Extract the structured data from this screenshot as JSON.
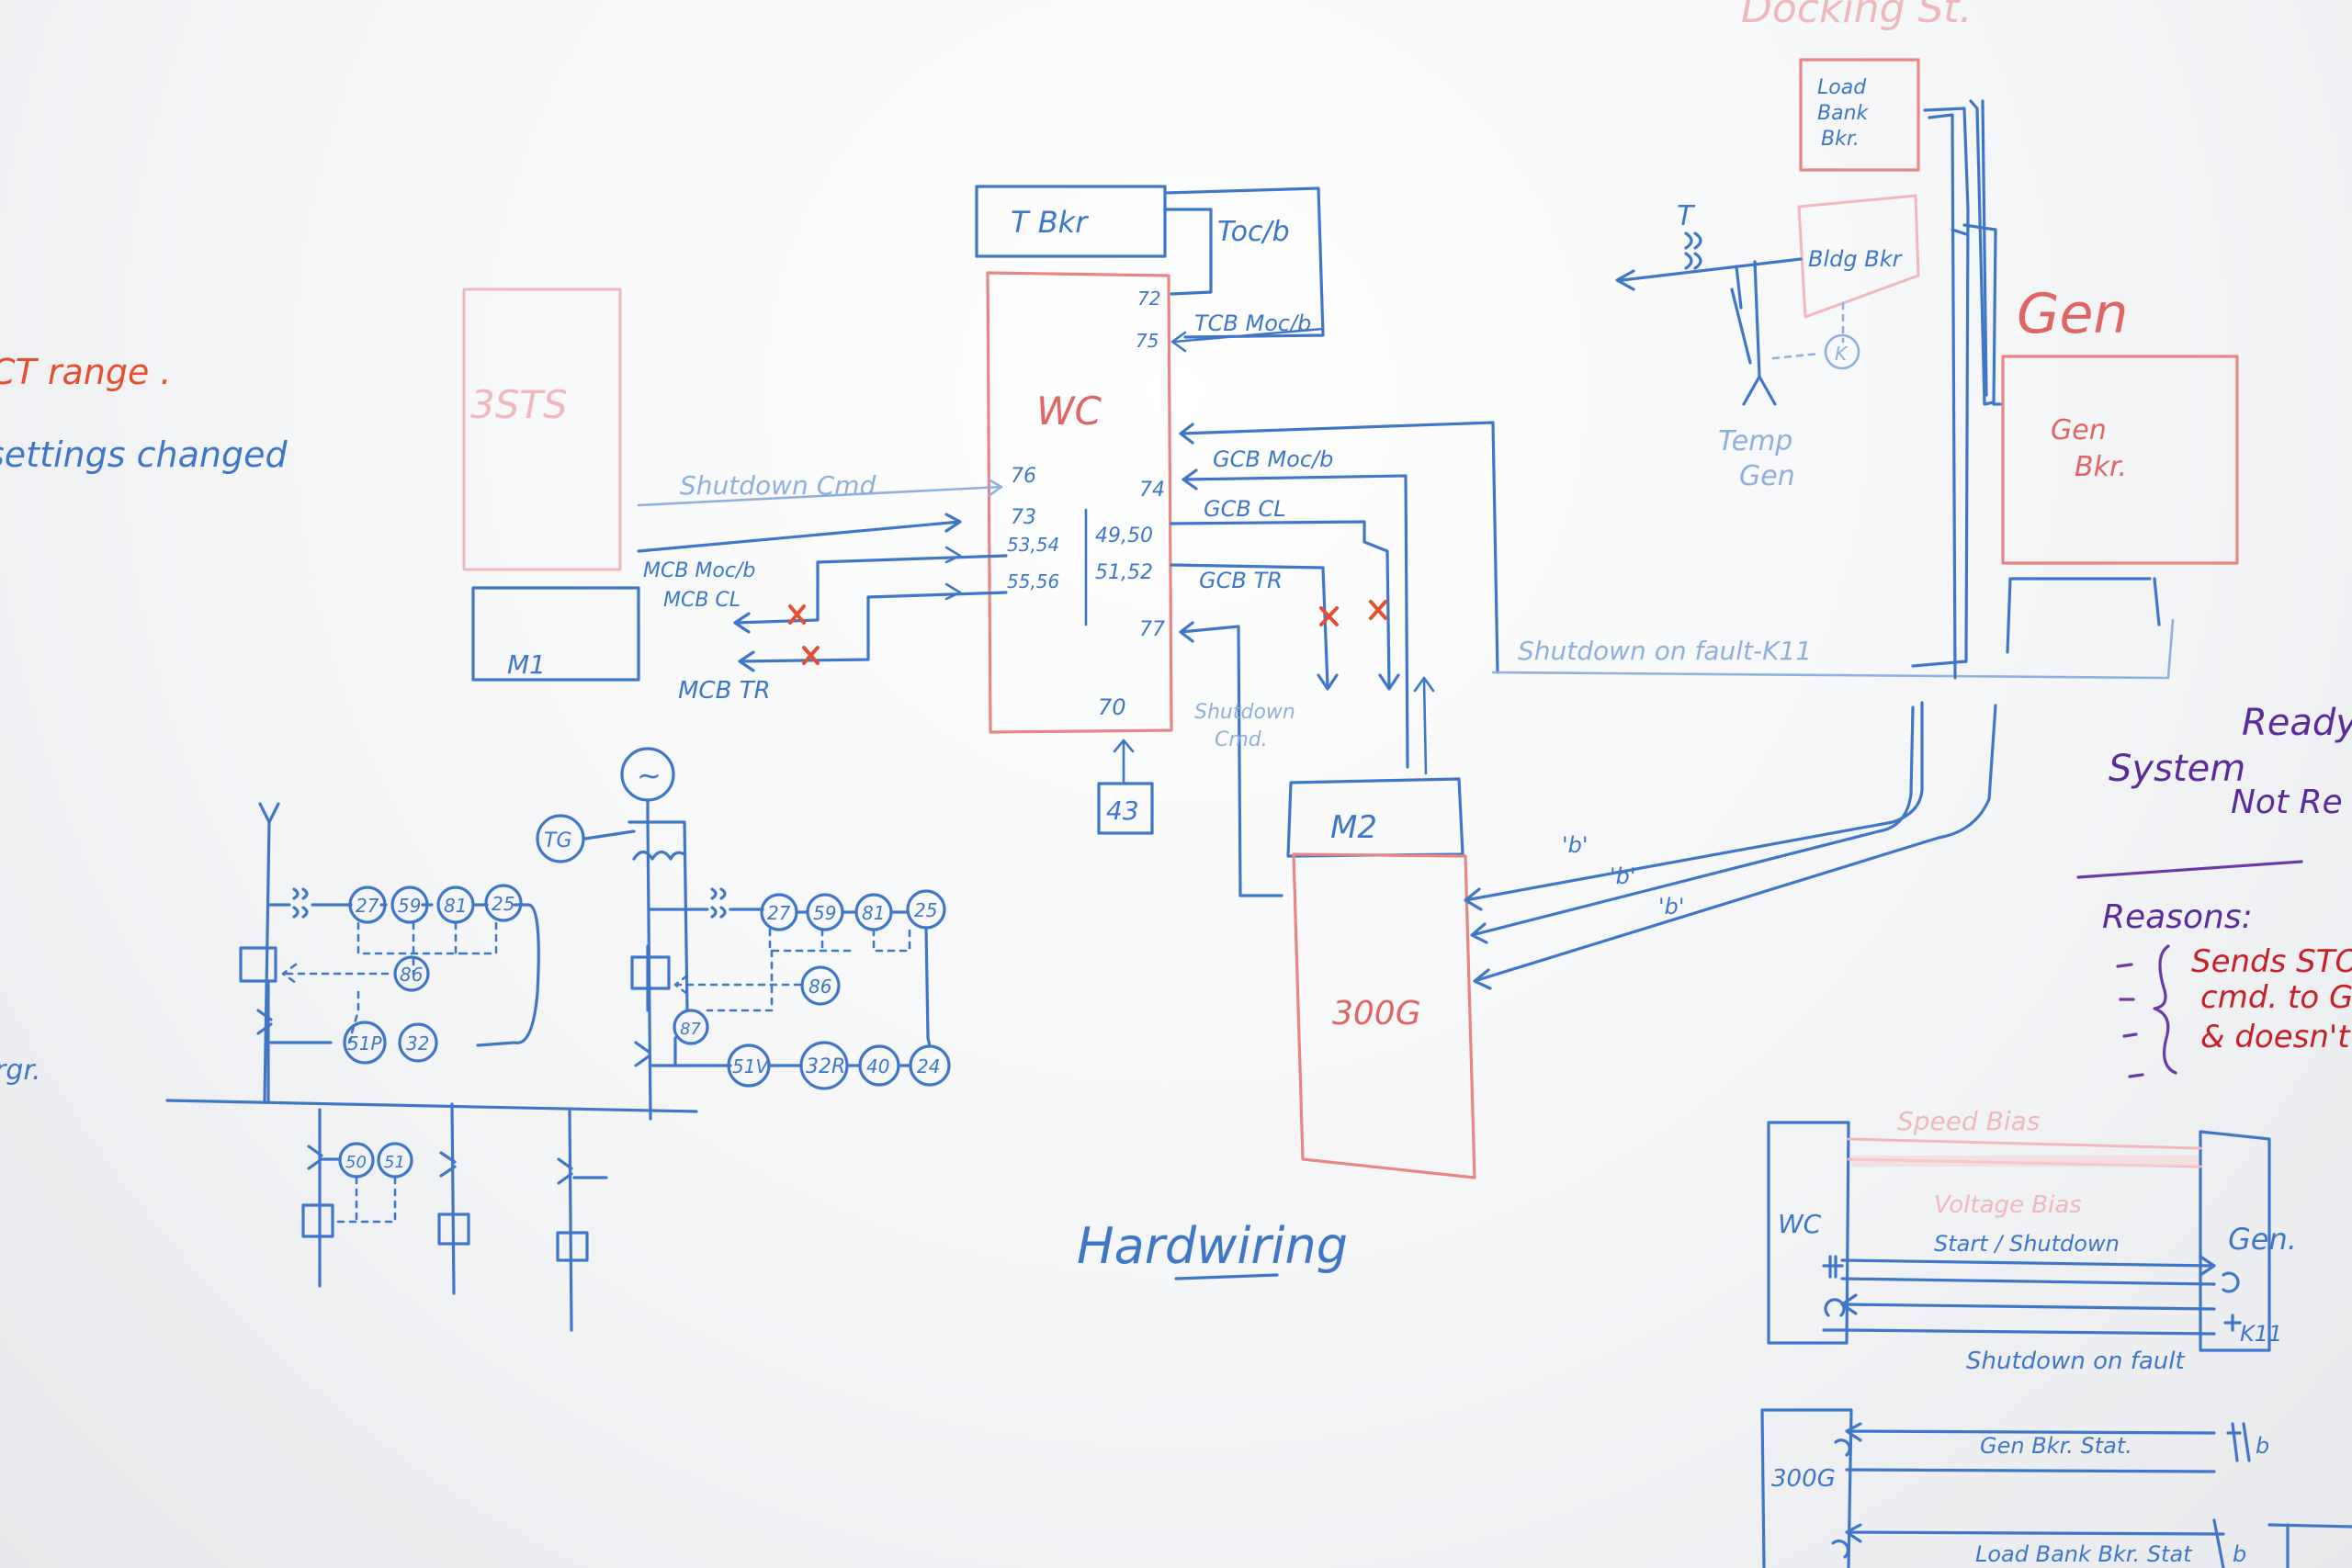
{
  "scene": "whiteboard",
  "colors": {
    "blue_ink": "#3f77c8",
    "red_ink": "#e88585",
    "purple_ink": "#5b2a9c",
    "orange_ink": "#e4502f"
  },
  "labels": {
    "title_top": "Docking St.",
    "t_bkr": "T Bkr",
    "toc_b": "Toc/b",
    "tcb_moc_b": "TCB Moc/b",
    "wc": "WC",
    "n72": "72",
    "n75": "75",
    "n76": "76",
    "n73": "73",
    "n74": "74",
    "n53_54": "53,54",
    "n55_56": "55,56",
    "n49_50": "49,50",
    "n51_52": "51,52",
    "n77": "77",
    "n70": "70",
    "n43": "43",
    "gcb_moc_b": "GCB Moc/b",
    "gcb_cl": "GCB CL",
    "gcb_tr": "GCB TR",
    "sts": "3STS",
    "m1": "M1",
    "shutdown_cmd": "Shutdown Cmd",
    "mcb_moc_b": "MCB Moc/b",
    "mcb_cl": "MCB CL",
    "mcb_tr": "MCB TR",
    "shutdown_cmd2": "Shutdown",
    "shutdown_cmd2b": "Cmd.",
    "m2": "M2",
    "s300g": "300G",
    "b1": "'b'",
    "b2": "'b'",
    "b3": "'b'",
    "load_bank_1": "Load",
    "load_bank_2": "Bank",
    "load_bank_3": "Bkr.",
    "bldg_bkr": "Bldg Bkr",
    "k_mark": "K",
    "t_mark": "T",
    "temp_gen_1": "Temp",
    "temp_gen_2": "Gen",
    "gen": "Gen",
    "gen_bkr_1": "Gen",
    "gen_bkr_2": "Bkr.",
    "shutdown_fault_k11": "Shutdown on fault-K11",
    "ct_range": "CT range .",
    "settings_changed": "settings changed",
    "mgr": "rgr.",
    "system": "System",
    "ready": "Ready",
    "not_ready": "Not Re",
    "reasons": "Reasons:",
    "reason1": "Sends STOP",
    "reason2": "cmd. to Ge",
    "reason3": "& doesn't s",
    "hardwiring": "Hardwiring",
    "speed_bias": "Speed Bias",
    "voltage_bias": "Voltage Bias",
    "start_shutdown": "Start / Shutdown",
    "shutdown_on_fault": "Shutdown on fault",
    "gen_bkr_stat": "Gen Bkr. Stat.",
    "load_bank_bkr_stat": "Load Bank Bkr. Stat",
    "wc_small": "WC",
    "gen_small": "Gen.",
    "s300g_small": "300G",
    "k11": "K11",
    "b_small": "b",
    "b_small2": "b",
    "d27": "27",
    "d59": "59",
    "d81": "81",
    "d25": "25",
    "d86": "86",
    "d51p": "51P",
    "d32": "32",
    "tg": "TG",
    "tilde": "~",
    "e27": "27",
    "e59": "59",
    "e81": "81",
    "e25": "25",
    "e86": "86",
    "e87": "87",
    "e51v": "51V",
    "e32r": "32R",
    "e40": "40",
    "e24": "24",
    "f50": "50",
    "f51": "51"
  }
}
